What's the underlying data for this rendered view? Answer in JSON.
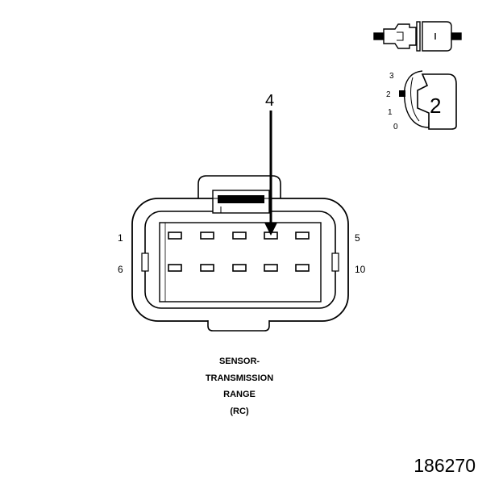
{
  "connector": {
    "pin_labels": {
      "p1": "1",
      "p5": "5",
      "p6": "6",
      "p10": "10"
    },
    "callout": "4",
    "caption_lines": [
      "SENSOR-",
      "TRANSMISSION",
      "RANGE",
      "(RC)"
    ]
  },
  "key_icon": {
    "position_labels": [
      "3",
      "2",
      "1",
      "0"
    ],
    "position_value": "2"
  },
  "figure_number": "186270"
}
